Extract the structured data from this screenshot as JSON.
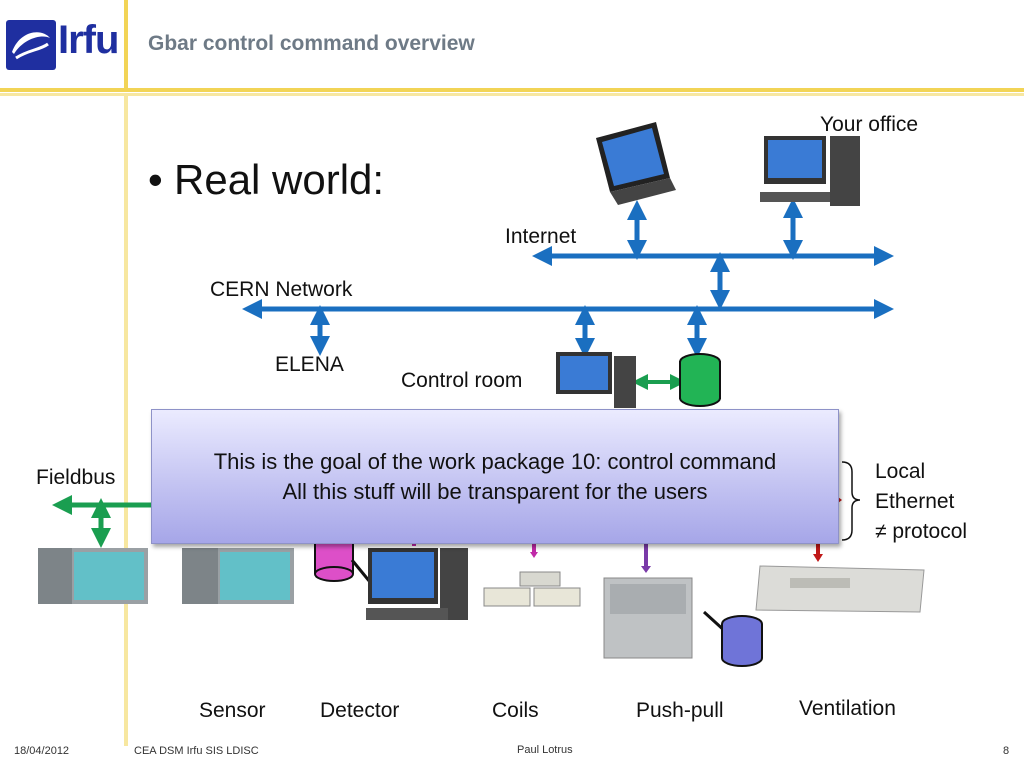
{
  "header": {
    "logo_text": "Irfu",
    "title": "Gbar control command overview"
  },
  "bullet": "Real world:",
  "labels": {
    "your_office": "Your office",
    "internet": "Internet",
    "cern_network": "CERN Network",
    "elena": "ELENA",
    "control_room": "Control room",
    "fieldbus": "Fieldbus",
    "local_ethernet_1": "Local",
    "local_ethernet_2": "Ethernet",
    "local_ethernet_3": "≠ protocol"
  },
  "devices": {
    "sensor": "Sensor",
    "detector": "Detector",
    "coils": "Coils",
    "push_pull": "Push-pull",
    "ventilation": "Ventilation"
  },
  "overlay": {
    "line1": "This is the goal of the work package 10: control command",
    "line2": "All this stuff will be transparent for the users"
  },
  "footer": {
    "date": "18/04/2012",
    "org": "CEA DSM Irfu SIS LDISC",
    "author": "Paul Lotrus",
    "page": "8"
  },
  "colors": {
    "network": "#1a6fc0",
    "green": "#1a9e50",
    "magenta": "#c02aa8",
    "purple": "#7a3aa8",
    "red": "#c01818",
    "db_green": "#22b455",
    "db_magenta": "#dd4fc8",
    "db_blue": "#6f74d8"
  }
}
